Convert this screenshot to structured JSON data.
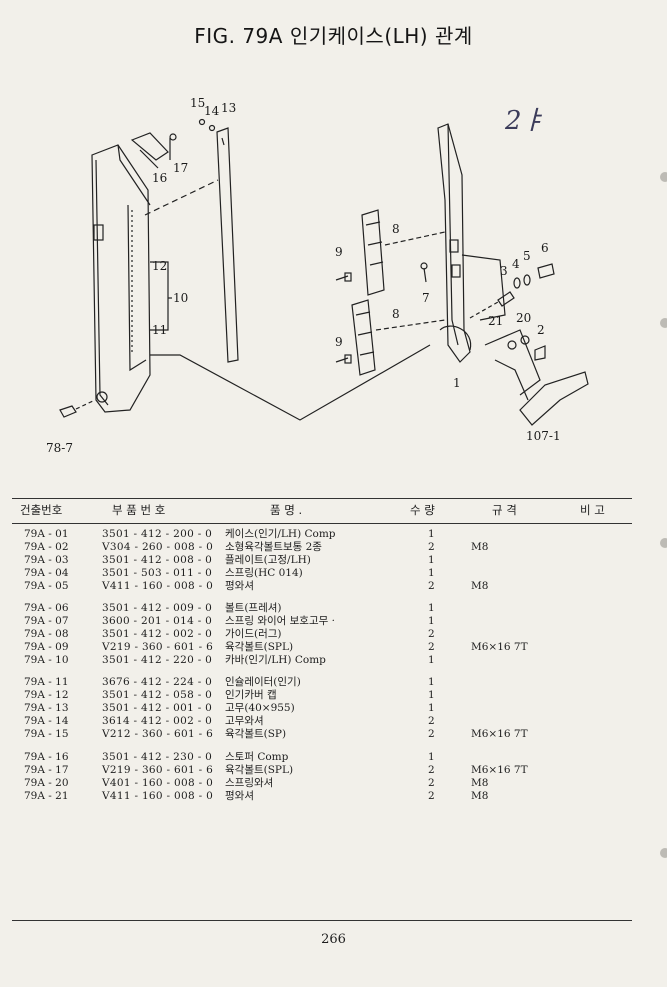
{
  "title": "FIG. 79A 인기케이스(LH) 관계",
  "hand_mark": "2ㅑ",
  "callouts": {
    "c15": "15",
    "c14": "14",
    "c13": "13",
    "c16": "16",
    "c17": "17",
    "c12": "12",
    "c10": "10",
    "c11": "11",
    "c787": "78-7",
    "c8a": "8",
    "c8b": "8",
    "c9a": "9",
    "c9b": "9",
    "c7": "7",
    "c3": "3",
    "c4": "4",
    "c5": "5",
    "c6": "6",
    "c21": "21",
    "c20": "20",
    "c2": "2",
    "c1": "1",
    "c1071": "107-1"
  },
  "table": {
    "headers": {
      "no": "건출번호",
      "part": "부 품 번 호",
      "name": "품          명 .",
      "qty": "수 량",
      "spec": "규      격",
      "note": "비 고"
    },
    "rows": [
      {
        "no": "79A - 01",
        "part": "3501 - 412 - 200 - 0",
        "name": "케이스(인기/LH) Comp",
        "qty": "1",
        "spec": ""
      },
      {
        "no": "79A - 02",
        "part": "V304 - 260 - 008 - 0",
        "name": "소형육각볼트보통 2종",
        "qty": "2",
        "spec": "M8"
      },
      {
        "no": "79A - 03",
        "part": "3501 - 412 - 008 - 0",
        "name": "플레이트(고정/LH)",
        "qty": "1",
        "spec": ""
      },
      {
        "no": "79A - 04",
        "part": "3501 - 503 - 011 - 0",
        "name": "스프링(HC 014)",
        "qty": "1",
        "spec": ""
      },
      {
        "no": "79A - 05",
        "part": "V411 - 160 - 008 - 0",
        "name": "평와셔",
        "qty": "2",
        "spec": "M8"
      },
      {
        "no": "79A - 06",
        "part": "3501 - 412 - 009 - 0",
        "name": "볼트(프레셔)",
        "qty": "1",
        "spec": ""
      },
      {
        "no": "79A - 07",
        "part": "3600 - 201 - 014 - 0",
        "name": "스프링 와이어 보호고무 ·",
        "qty": "1",
        "spec": ""
      },
      {
        "no": "79A - 08",
        "part": "3501 - 412 - 002 - 0",
        "name": "가이드(러그)",
        "qty": "2",
        "spec": ""
      },
      {
        "no": "79A - 09",
        "part": "V219 - 360 - 601 - 6",
        "name": "육각볼트(SPL)",
        "qty": "2",
        "spec": "M6×16 7T"
      },
      {
        "no": "79A - 10",
        "part": "3501 - 412 - 220 - 0",
        "name": "카바(인기/LH) Comp",
        "qty": "1",
        "spec": ""
      },
      {
        "no": "79A - 11",
        "part": "3676 - 412 - 224 - 0",
        "name": "인슐레이터(인기)",
        "qty": "1",
        "spec": ""
      },
      {
        "no": "79A - 12",
        "part": "3501 - 412 - 058 - 0",
        "name": "인기카버 캡",
        "qty": "1",
        "spec": ""
      },
      {
        "no": "79A - 13",
        "part": "3501 - 412 - 001 - 0",
        "name": "고무(40×955)",
        "qty": "1",
        "spec": ""
      },
      {
        "no": "79A - 14",
        "part": "3614 - 412 - 002 - 0",
        "name": "고무와셔",
        "qty": "2",
        "spec": ""
      },
      {
        "no": "79A - 15",
        "part": "V212 - 360 - 601 - 6",
        "name": "육각볼트(SP)",
        "qty": "2",
        "spec": "M6×16 7T"
      },
      {
        "no": "79A - 16",
        "part": "3501 - 412 - 230 - 0",
        "name": "스토퍼 Comp",
        "qty": "1",
        "spec": ""
      },
      {
        "no": "79A - 17",
        "part": "V219 - 360 - 601 - 6",
        "name": "육각볼트(SPL)",
        "qty": "2",
        "spec": "M6×16 7T"
      },
      {
        "no": "79A - 20",
        "part": "V401 - 160 - 008 - 0",
        "name": "스프링와셔",
        "qty": "2",
        "spec": "M8"
      },
      {
        "no": "79A - 21",
        "part": "V411 - 160 - 008 - 0",
        "name": "평와셔",
        "qty": "2",
        "spec": "M8"
      }
    ]
  },
  "page_number": "266"
}
